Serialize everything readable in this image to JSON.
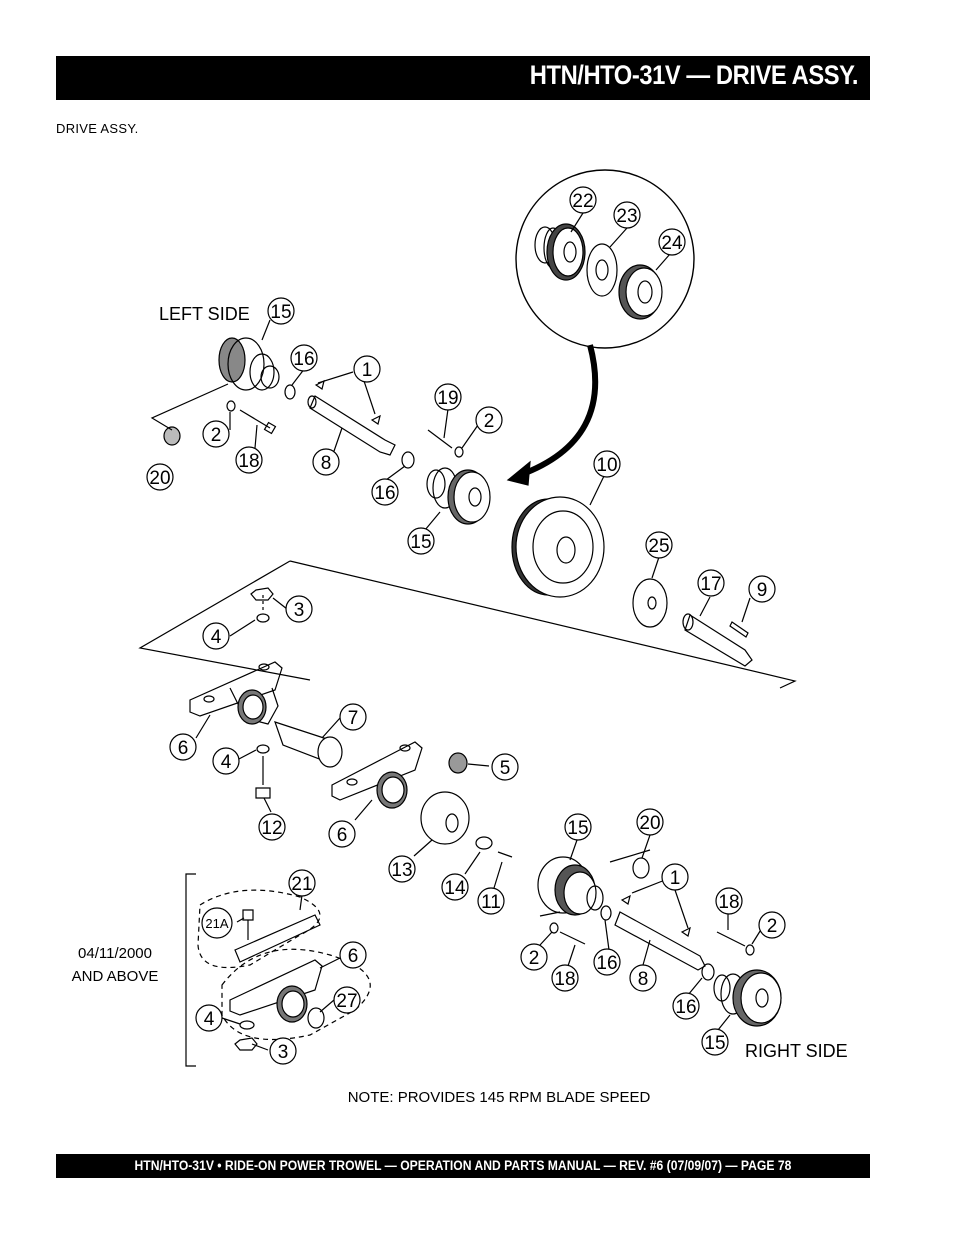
{
  "header": {
    "title": "HTN/HTO-31V — DRIVE ASSY."
  },
  "subtitle": "DRIVE  ASSY.",
  "labels": {
    "left_side": "LEFT SIDE",
    "right_side": "RIGHT SIDE",
    "date_line1": "04/11/2000",
    "date_line2": "AND ABOVE",
    "note": "NOTE: PROVIDES 145 RPM BLADE SPEED"
  },
  "callouts": {
    "c22": "22",
    "c23": "23",
    "c24": "24",
    "c15a": "15",
    "c16a": "16",
    "c1a": "1",
    "c19": "19",
    "c2a": "2",
    "c2b": "2",
    "c18a": "18",
    "c8a": "8",
    "c20a": "20",
    "c16b": "16",
    "c15b": "15",
    "c10": "10",
    "c25": "25",
    "c17": "17",
    "c9": "9",
    "c3a": "3",
    "c4a": "4",
    "c6a": "6",
    "c7": "7",
    "c4b": "4",
    "c5": "5",
    "c12": "12",
    "c6b": "6",
    "c13": "13",
    "c14": "14",
    "c11": "11",
    "c15c": "15",
    "c20b": "20",
    "c1b": "1",
    "c18b": "18",
    "c2c": "2",
    "c2d": "2",
    "c16c": "16",
    "c8b": "8",
    "c18c": "18",
    "c16d": "16",
    "c15d": "15",
    "c21": "21",
    "c21a": "21A",
    "c6c": "6",
    "c27": "27",
    "c4c": "4",
    "c3b": "3"
  },
  "footer": {
    "text": "HTN/HTO-31V • RIDE-ON POWER TROWEL — OPERATION AND PARTS MANUAL — REV. #6 (07/09/07) — PAGE 78"
  }
}
